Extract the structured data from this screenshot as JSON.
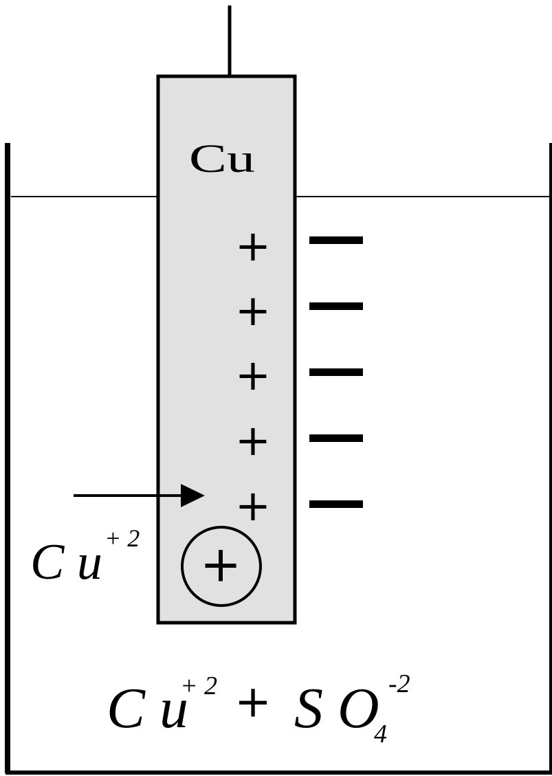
{
  "electrode": {
    "label": "Cu",
    "surface_charge_signs": [
      "+",
      "+",
      "+",
      "+",
      "+"
    ],
    "released_ion_sign": "+"
  },
  "solution": {
    "negative_layer_count": 5
  },
  "ion_label": {
    "base": "C u",
    "superscript": "+ 2"
  },
  "solution_label": {
    "cation_base": "C u",
    "cation_charge": "+ 2",
    "plus": "+",
    "anion_base": "S O",
    "anion_subscript": "4",
    "anion_charge": "-2"
  },
  "colors": {
    "electrode_fill": "#e1e1e1",
    "stroke": "#000000",
    "background": "#ffffff"
  }
}
